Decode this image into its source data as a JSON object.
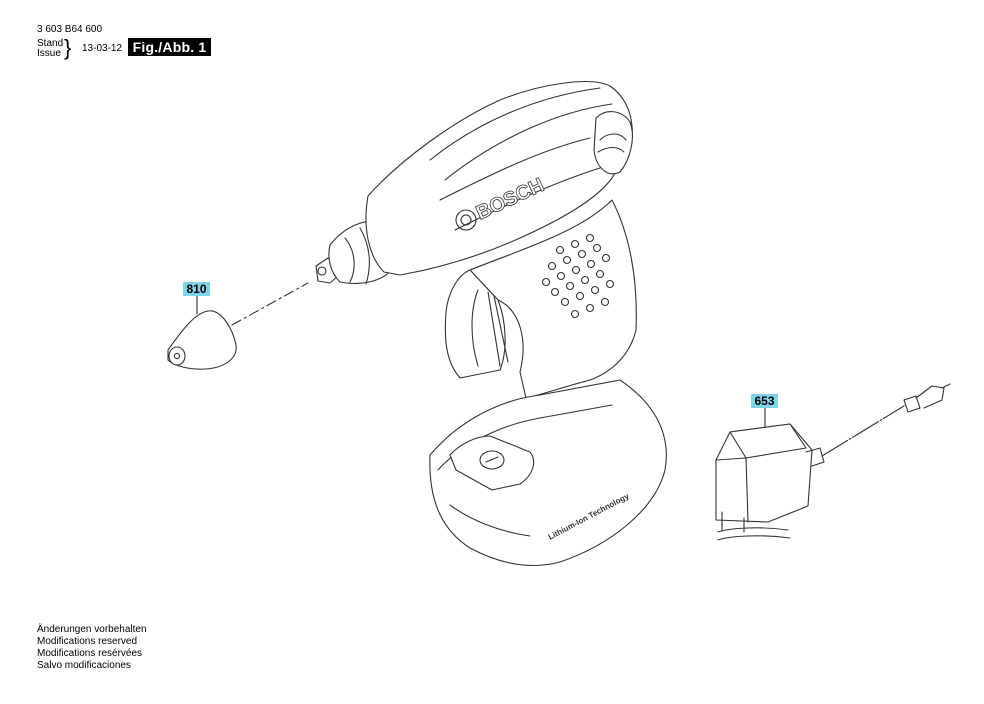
{
  "header": {
    "part_number": "3 603 B64 600",
    "stand": "Stand",
    "issue": "Issue",
    "brace": "}",
    "date": "13-03-12",
    "figure_label": "Fig./Abb. 1"
  },
  "callouts": {
    "nozzle": "810",
    "charger": "653"
  },
  "tool_branding": {
    "logo_text": "BOSCH",
    "battery_text": "Lithium-Ion Technology"
  },
  "footer": {
    "de": "Änderungen vorbehalten",
    "en": "Modifications reserved",
    "fr": "Modifications resérvées",
    "es": "Salvo modificaciones"
  },
  "colors": {
    "callout_fill": "#7fd3e6",
    "line": "#333333",
    "badge": "#000000"
  }
}
